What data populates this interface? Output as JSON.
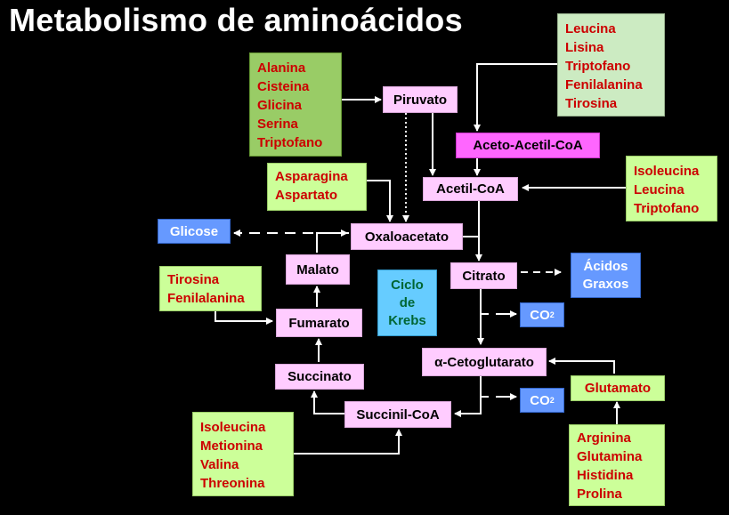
{
  "title": "Metabolismo de aminoácidos",
  "nodes": {
    "piruvato": "Piruvato",
    "aceto_acetil_coa": "Aceto-Acetil-CoA",
    "acetil_coa": "Acetil-CoA",
    "oxaloacetato": "Oxaloacetato",
    "glicose": "Glicose",
    "malato": "Malato",
    "citrato": "Citrato",
    "acidos_graxos": [
      "Ácidos",
      "Graxos"
    ],
    "fumarato": "Fumarato",
    "ciclo_krebs": [
      "Ciclo",
      "de",
      "Krebs"
    ],
    "co2_1": {
      "base": "CO",
      "sub": "2"
    },
    "alfa_cetoglutarato": "α-Cetoglutarato",
    "succinato": "Succinato",
    "glutamato": "Glutamato",
    "succinil_coa": "Succinil-CoA",
    "co2_2": {
      "base": "CO",
      "sub": "2"
    }
  },
  "aa_groups": {
    "to_piruvato": [
      "Alanina",
      "Cisteina",
      "Glicina",
      "Serina",
      "Triptofano"
    ],
    "to_aceto_acetil": [
      "Leucina",
      "Lisina",
      "Triptofano",
      "Fenilalanina",
      "Tirosina"
    ],
    "to_oxaloacetato": [
      "Asparagina",
      "Aspartato"
    ],
    "to_acetil_coa": [
      "Isoleucina",
      "Leucina",
      "Triptofano"
    ],
    "to_fumarato": [
      "Tirosina",
      "Fenilalanina"
    ],
    "to_succinil_coa": [
      "Isoleucina",
      "Metionina",
      "Valina",
      "Threonina"
    ],
    "to_glutamato": [
      "Arginina",
      "Glutamina",
      "Histidina",
      "Prolina"
    ]
  }
}
